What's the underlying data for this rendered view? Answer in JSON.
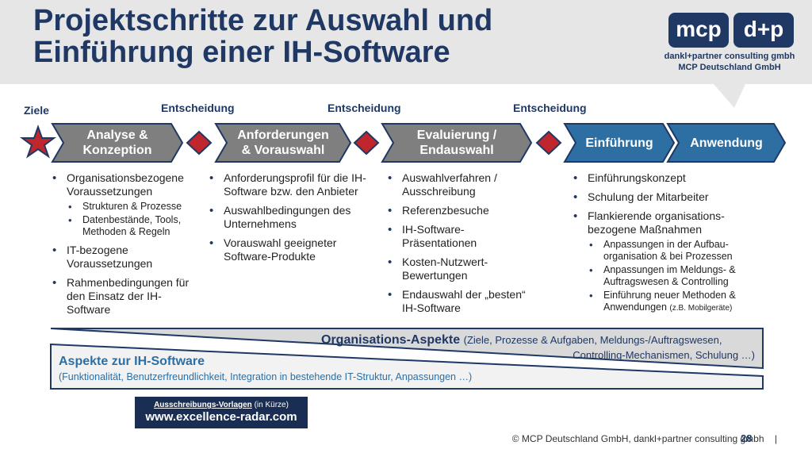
{
  "slide": {
    "title_line1": "Projektschritte zur Auswahl und",
    "title_line2": "Einführung einer IH-Software"
  },
  "logo": {
    "left_text": "mcp",
    "right_text": "d+p",
    "line1": "dankl+partner consulting gmbh",
    "line2": "MCP Deutschland GmbH"
  },
  "flow": {
    "goals_label": "Ziele",
    "decision_labels": [
      "Entscheidung",
      "Entscheidung",
      "Entscheidung"
    ],
    "steps": [
      {
        "line1": "Analyse &",
        "line2": "Konzeption"
      },
      {
        "line1": "Anforderungen",
        "line2": "& Vorauswahl"
      },
      {
        "line1": "Evaluierung /",
        "line2": "Endauswahl"
      },
      {
        "line1": "Einführung",
        "line2": ""
      },
      {
        "line1": "Anwendung",
        "line2": ""
      }
    ]
  },
  "columns": {
    "c1": {
      "b1": "Organisationsbezogene Voraussetzungen",
      "b1s1": "Strukturen & Prozesse",
      "b1s2": "Datenbestände, Tools, Methoden & Regeln",
      "b2": "IT-bezogene Voraussetzungen",
      "b3": "Rahmenbedingungen für den Einsatz der IH-Software"
    },
    "c2": {
      "b1": "Anforderungsprofil für die IH-Software bzw. den Anbieter",
      "b2": "Auswahlbedingungen des Unternehmens",
      "b3": "Vorauswahl geeigneter Software-Produkte"
    },
    "c3": {
      "b1": "Auswahlverfahren / Ausschreibung",
      "b2": "Referenzbesuche",
      "b3": "IH-Software-Präsentationen",
      "b4": "Kosten-Nutzwert-Bewertungen",
      "b5": "Endauswahl der „besten“ IH-Software"
    },
    "c4": {
      "b1": "Einführungskonzept",
      "b2": "Schulung der Mitarbeiter",
      "b3": "Flankierende organisations-bezogene Maßnahmen",
      "b3s1": "Anpassungen in der Aufbau-organisation & bei Prozessen",
      "b3s2": "Anpassungen im Meldungs- & Auftragswesen & Controlling",
      "b3s3": "Einführung neuer Methoden & Anwendungen",
      "b3s3_note": "(z.B. Mobilgeräte)"
    }
  },
  "bands": {
    "orga_title": "Organisations-Aspekte",
    "orga_detail_1": "(Ziele, Prozesse & Aufgaben, Meldungs-/Auftragswesen,",
    "orga_detail_2": "Controlling-Mechanismen, Schulung …)",
    "it_title": "Aspekte zur IH-Software",
    "it_detail": "(Funktionalität, Benutzerfreundlichkeit, Integration in bestehende IT-Struktur, Anpassungen …)"
  },
  "promo": {
    "label": "Ausschreibungs-Vorlagen",
    "label_note": "(in Kürze)",
    "url": "www.excellence-radar.com"
  },
  "footer": {
    "copyright": "© MCP Deutschland GmbH, dankl+partner consulting gmbh",
    "separator": "|",
    "page": "28"
  },
  "colors": {
    "navy": "#1f3864",
    "gray_step": "#7f7f7f",
    "blue_step": "#2e6fa3",
    "diamond": "#c0272d",
    "header_bg": "#e6e6e6"
  }
}
